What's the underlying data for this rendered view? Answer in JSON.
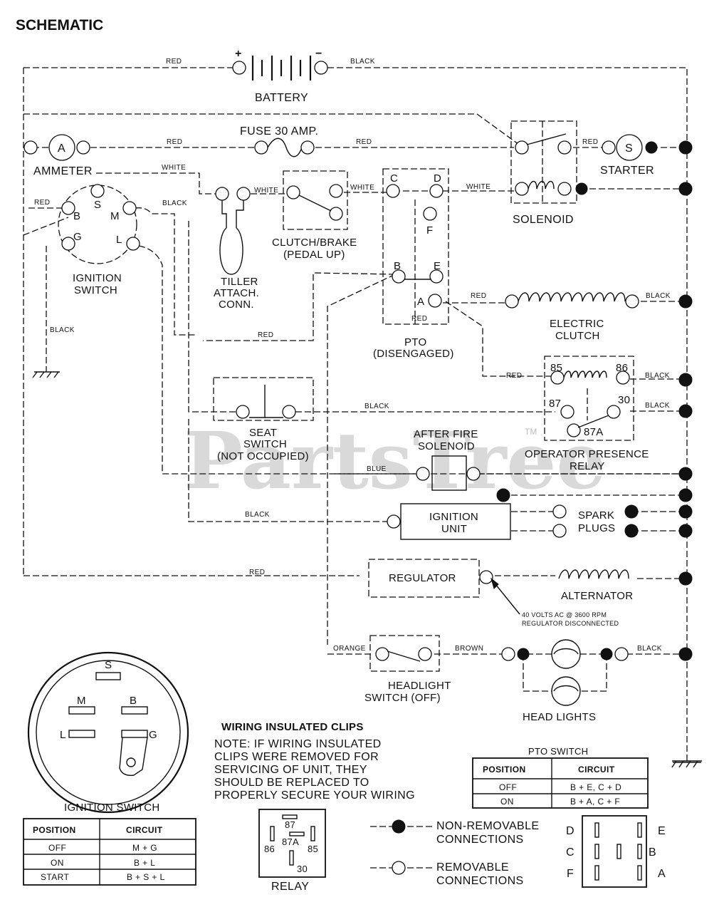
{
  "title": "SCHEMATIC",
  "watermark": "PartsTree",
  "watermark_tm": "TM",
  "components": {
    "battery": "BATTERY",
    "battery_plus": "+",
    "battery_minus": "−",
    "ammeter": "AMMETER",
    "ammeter_symbol": "A",
    "fuse": "FUSE 30 AMP.",
    "solenoid": "SOLENOID",
    "starter": "STARTER",
    "starter_symbol": "S",
    "ignition_switch_1": "IGNITION",
    "ignition_switch_2": "SWITCH",
    "tiller_1": "TILLER",
    "tiller_2": "ATTACH.",
    "tiller_3": "CONN.",
    "clutch_brake_1": "CLUTCH/BRAKE",
    "clutch_brake_2": "(PEDAL UP)",
    "pto_1": "PTO",
    "pto_2": "(DISENGAGED)",
    "electric_clutch_1": "ELECTRIC",
    "electric_clutch_2": "CLUTCH",
    "seat_switch_1": "SEAT",
    "seat_switch_2": "SWITCH",
    "seat_switch_3": "(NOT OCCUPIED)",
    "after_fire_1": "AFTER FIRE",
    "after_fire_2": "SOLENOID",
    "relay_label_1": "OPERATOR PRESENCE",
    "relay_label_2": "RELAY",
    "ignition_unit_1": "IGNITION",
    "ignition_unit_2": "UNIT",
    "spark_plugs_1": "SPARK",
    "spark_plugs_2": "PLUGS",
    "regulator": "REGULATOR",
    "alternator": "ALTERNATOR",
    "alternator_note_1": "40 VOLTS AC @ 3600 RPM",
    "alternator_note_2": "REGULATOR DISCONNECTED",
    "headlight_switch_1": "HEADLIGHT",
    "headlight_switch_2": "SWITCH (OFF)",
    "head_lights": "HEAD LIGHTS"
  },
  "wire_colors": {
    "red": "RED",
    "black": "BLACK",
    "white": "WHITE",
    "blue": "BLUE",
    "orange": "ORANGE",
    "brown": "BROWN"
  },
  "terminals": {
    "ign": [
      "B",
      "S",
      "M",
      "G",
      "L"
    ],
    "pto": [
      "C",
      "D",
      "F",
      "B",
      "E",
      "A"
    ],
    "relay": [
      "85",
      "86",
      "87",
      "30",
      "87A"
    ]
  },
  "ignition_switch_face": {
    "terminals": [
      "S",
      "M",
      "B",
      "L",
      "G"
    ],
    "caption": "IGNITION SWITCH",
    "table": {
      "headers": [
        "POSITION",
        "CIRCUIT"
      ],
      "rows": [
        [
          "OFF",
          "M + G"
        ],
        [
          "ON",
          "B + L"
        ],
        [
          "START",
          "B + S + L"
        ]
      ]
    }
  },
  "clips_note": {
    "heading": "WIRING INSULATED CLIPS",
    "lines": [
      "NOTE: IF WIRING INSULATED",
      "CLIPS WERE REMOVED FOR",
      "SERVICING OF UNIT, THEY",
      "SHOULD BE REPLACED TO",
      "PROPERLY SECURE YOUR WIRING"
    ]
  },
  "relay_face": {
    "caption": "RELAY",
    "pins": [
      "87",
      "86",
      "87A",
      "85",
      "30"
    ]
  },
  "legend": {
    "non_removable_1": "NON-REMOVABLE",
    "non_removable_2": "CONNECTIONS",
    "removable_1": "REMOVABLE",
    "removable_2": "CONNECTIONS"
  },
  "pto_switch_table": {
    "caption": "PTO SWITCH",
    "headers": [
      "POSITION",
      "CIRCUIT"
    ],
    "rows": [
      [
        "OFF",
        "B + E, C + D"
      ],
      [
        "ON",
        "B + A, C + F"
      ]
    ]
  },
  "pto_face": {
    "left_labels": [
      "D",
      "C",
      "F"
    ],
    "right_labels": [
      "E",
      "B",
      "A"
    ]
  }
}
